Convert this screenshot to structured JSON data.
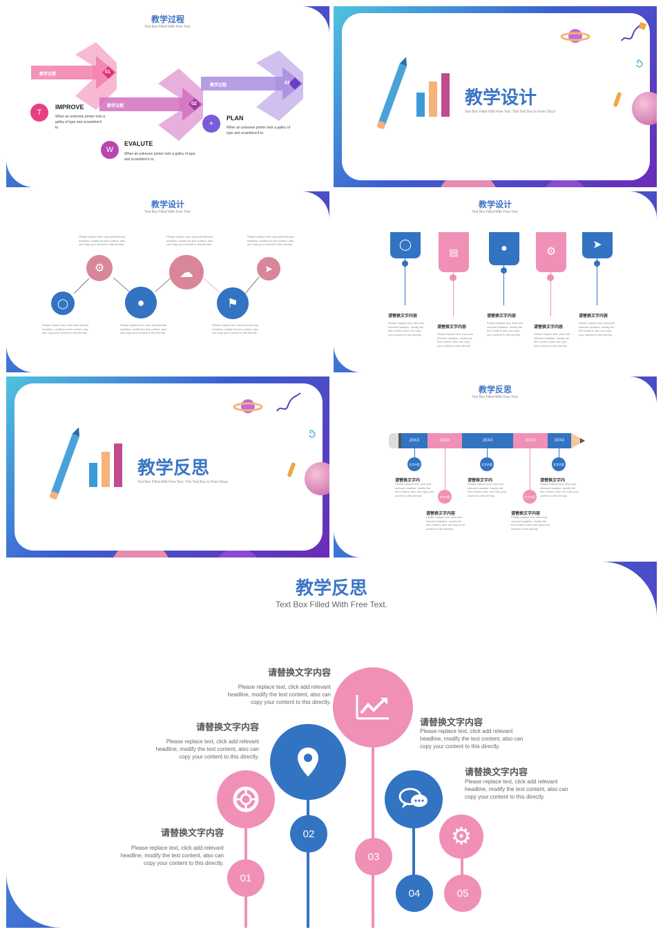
{
  "colors": {
    "blue": "#3273c2",
    "pink": "#f090b6",
    "purple": "#a98de0",
    "magenta": "#c84ca6",
    "orange": "#f7b27a"
  },
  "s1": {
    "title": "教学过程",
    "subtitle": "Text Box Filled With Free Text.",
    "arrow1": "教学过程",
    "arrow2": "教学过程",
    "arrow3": "教学过程",
    "n1": "01",
    "n2": "02",
    "n3": "03",
    "items": [
      {
        "letter": "T",
        "head": "IMPROVE",
        "body": "When an unknown printer took a galley of type and scrambled it to."
      },
      {
        "letter": "+",
        "head": "PLAN",
        "body": "When an unknown printer took a galley of type and scrambled it to."
      },
      {
        "letter": "W",
        "head": "EVALUTE",
        "body": "When an unknown printer took a galley of type and scrambled it to."
      }
    ]
  },
  "s2": {
    "title": "教学设计",
    "subtitle": "Text Box Filled With Free Text. This Text Box Is From Shuzi"
  },
  "s3": {
    "title": "教学设计",
    "subtitle": "Text Box Filled With Free Text.",
    "text": "Please replace text, click add relevant headline, modify the text content, also can copy your content to this directly.",
    "icons": [
      "bulb-icon",
      "gear-icon",
      "location-icon",
      "cloud-icon",
      "flag-icon",
      "rocket-icon"
    ]
  },
  "s4": {
    "title": "教学设计",
    "subtitle": "Text Box Filled With Free Text.",
    "heading": "请替换文字内容",
    "text": "Please replace text, click add relevant headline, modify the text content, also can copy your content to this directly.",
    "icons": [
      "bulb-icon",
      "chart-icon",
      "location-icon",
      "gear-icon",
      "send-icon"
    ]
  },
  "s5": {
    "title": "教学反思",
    "subtitle": "Text Box Filled With Free Text. This Text Box Is From Shuzi"
  },
  "s6": {
    "title": "教学反思",
    "subtitle": "Text Box Filled With Free Text.",
    "segments": [
      "20XX",
      "20XX",
      "20XX",
      "20XX",
      "20XX"
    ],
    "marker": "文字内容",
    "heading": "请替换文字内",
    "heading2": "请替换文字内容",
    "text": "Please replace text, click add relevant headline, modify the text content, also can copy your content to this directly."
  },
  "s7": {
    "title": "教学反思",
    "subtitle": "Text Box Filled With Free Text.",
    "heading": "请替换文字内容",
    "text": "Please replace text, click add relevant headline, modify the text content, also can copy your content to this directly.",
    "nums": [
      "01",
      "02",
      "03",
      "04",
      "05"
    ],
    "icons": [
      "lifebuoy-icon",
      "location-icon",
      "trend-chart-icon",
      "chat-icon",
      "gear-icon"
    ]
  }
}
